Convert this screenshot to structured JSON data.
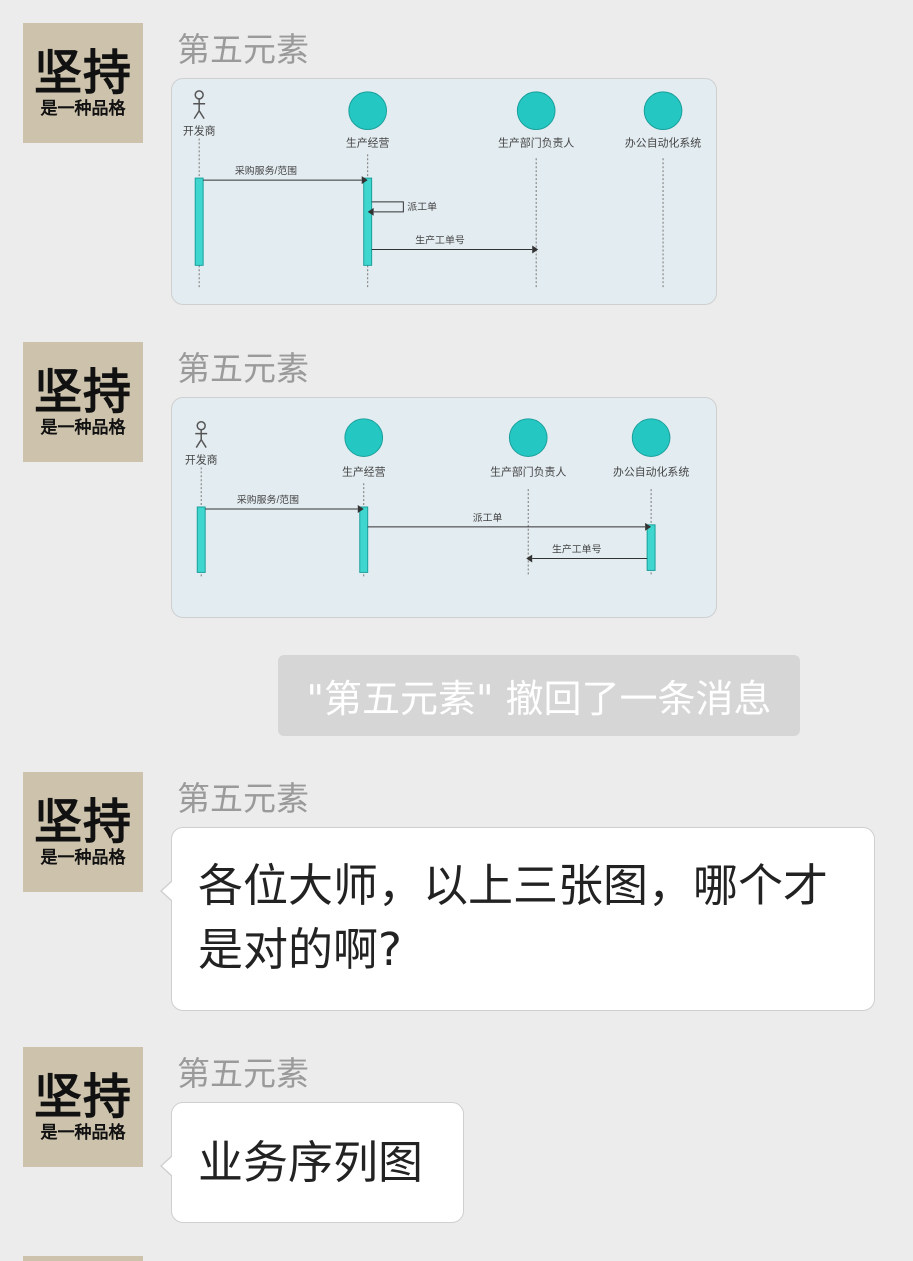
{
  "messages": [
    {
      "avatar": {
        "big": "坚持",
        "small": "是一种品格"
      },
      "sender": "第五元素",
      "type": "image",
      "diagram": {
        "actors": [
          "开发商",
          "生产经营",
          "生产部门负责人",
          "办公自动化系统"
        ],
        "messages": [
          "采购服务/范围",
          "派工单",
          "生产工单号"
        ]
      }
    },
    {
      "avatar": {
        "big": "坚持",
        "small": "是一种品格"
      },
      "sender": "第五元素",
      "type": "image",
      "diagram": {
        "actors": [
          "开发商",
          "生产经营",
          "生产部门负责人",
          "办公自动化系统"
        ],
        "messages": [
          "采购服务/范围",
          "派工单",
          "生产工单号"
        ]
      }
    },
    {
      "avatar": {
        "big": "坚持",
        "small": "是一种品格"
      },
      "sender": "第五元素",
      "type": "text",
      "text": "各位大师，以上三张图，哪个才是对的啊?"
    },
    {
      "avatar": {
        "big": "坚持",
        "small": "是一种品格"
      },
      "sender": "第五元素",
      "type": "text",
      "text": "业务序列图"
    }
  ],
  "system_notice": "\"第五元素\" 撤回了一条消息",
  "colors": {
    "background": "#ececec",
    "avatar_bg": "#cdc3ad",
    "diagram_actor": "#25c7c2",
    "sender_name": "#9a9a9a"
  },
  "icons": [
    "actor-stick-icon",
    "globe-actor-icon"
  ]
}
